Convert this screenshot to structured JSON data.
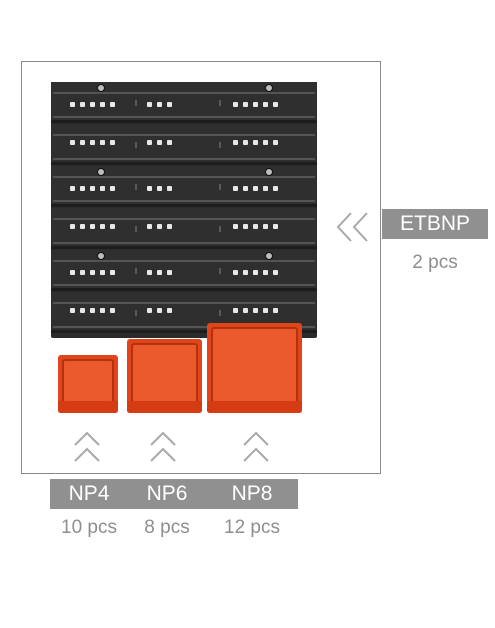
{
  "panel_label": {
    "name": "ETBNP",
    "qty": "2 pcs"
  },
  "bins": [
    {
      "name": "NP4",
      "qty": "10 pcs"
    },
    {
      "name": "NP6",
      "qty": "8 pcs"
    },
    {
      "name": "NP8",
      "qty": "12 pcs"
    }
  ],
  "colors": {
    "panel": "#2b2b2b",
    "bin": "#e0451c",
    "label_bg": "#909090",
    "qty_text": "#8e8e8e"
  }
}
